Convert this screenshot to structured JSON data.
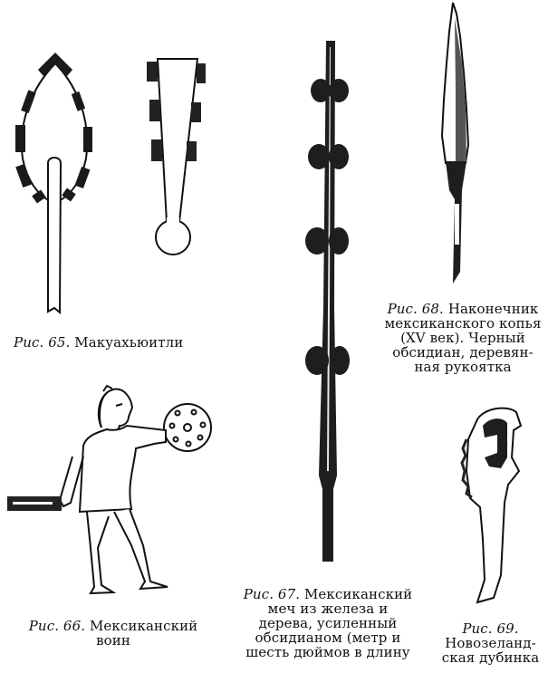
{
  "page": {
    "figures": [
      {
        "id": "fig65",
        "label": "Рис. 65.",
        "lines": [
          "Макуахьюитли"
        ],
        "subject": "macuahuitl-illustration"
      },
      {
        "id": "fig66",
        "label": "Рис. 66.",
        "lines": [
          "Мексиканский",
          "воин"
        ],
        "subject": "mexican-warrior-illustration"
      },
      {
        "id": "fig67",
        "label": "Рис. 67.",
        "lines": [
          "Мексиканский",
          "меч из железа и",
          "дерева, усиленный",
          "обсидианом (метр и",
          "шесть дюймов в длину"
        ],
        "subject": "mexican-sword-illustration"
      },
      {
        "id": "fig68",
        "label": "Рис. 68.",
        "lines": [
          "Наконечник",
          "мексиканского копья",
          "(XV век). Черный",
          "обсидиан, деревян-",
          "ная рукоятка"
        ],
        "subject": "spearhead-illustration"
      },
      {
        "id": "fig69",
        "label": "Рис. 69.",
        "lines": [
          "Новозеланд-",
          "ская дубинка"
        ],
        "subject": "new-zealand-club-illustration"
      }
    ]
  }
}
